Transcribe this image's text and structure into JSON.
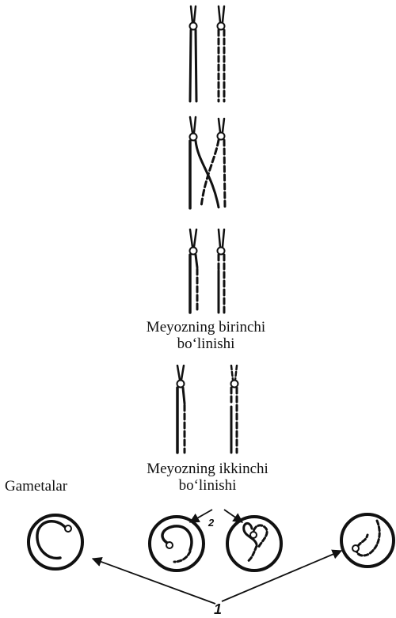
{
  "labels": {
    "meiosis_1_line1": "Meyozning birinchi",
    "meiosis_1_line2": "bo‘linishi",
    "meiosis_2_line1": "Meyozning ikkinchi",
    "meiosis_2_line2": "bo‘linishi",
    "gametes": "Gametalar",
    "marker_2": "2",
    "marker_1": "1"
  },
  "colors": {
    "ink": "#111111",
    "background": "#ffffff"
  }
}
